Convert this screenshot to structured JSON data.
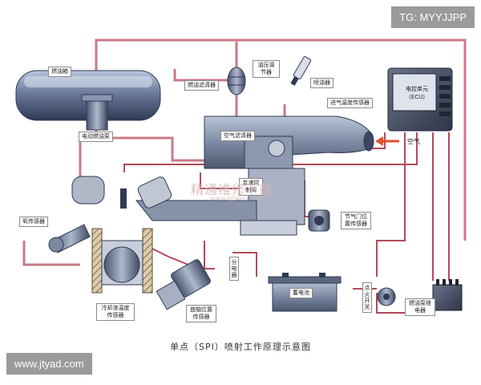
{
  "watermarks": {
    "top_right": "TG: MYYJJPP",
    "bottom_left": "www.jtyad.com",
    "center": "精通维修下载",
    "center_url": "www.gzweix.com"
  },
  "caption": "单点（SPI）喷射工作原理示意图",
  "labels": {
    "fuel_tank": "燃油箱",
    "fuel_pump": "电动燃油泵",
    "fuel_filter": "燃油滤清器",
    "pressure_regulator": "油压调节器",
    "injector": "喷油器",
    "intake_temp_sensor": "进气温度传感器",
    "ecu": "电控单元（ECU）",
    "air_filter": "空气滤清器",
    "air": "空气",
    "idle_valve": "怠速控制阀",
    "oxygen_sensor": "氧传感器",
    "throttle_sensor": "节气门位置传感器",
    "distributor": "分电器",
    "coolant_sensor": "冷却液温度传感器",
    "crank_sensor": "曲轴位置传感器",
    "battery": "蓄电池",
    "ignition_switch": "点火开关",
    "pump_relay": "燃油泵继电器"
  },
  "colors": {
    "fuel_line": "#c97a86",
    "signal_line": "#b34a5a",
    "metal": "#6f7f9a",
    "arrow": "#e0502a"
  }
}
